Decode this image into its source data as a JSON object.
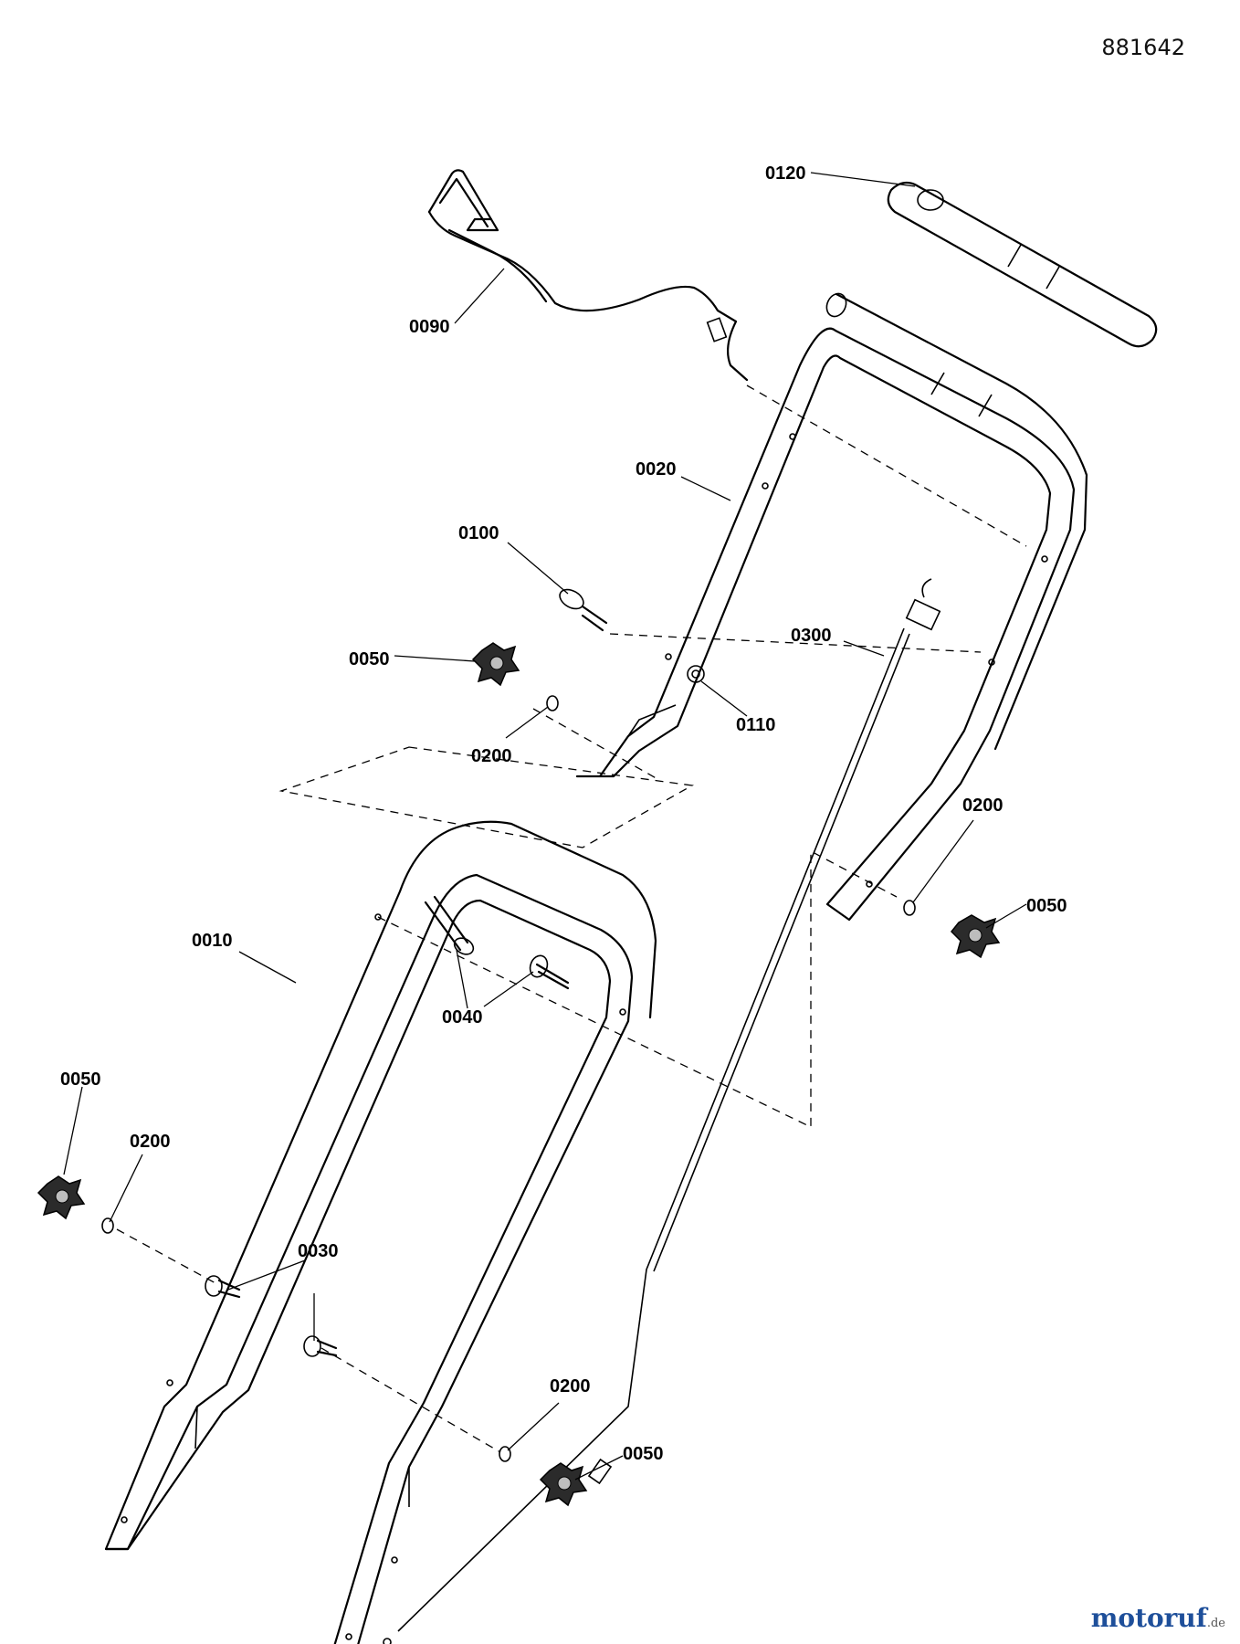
{
  "document_number": "881642",
  "watermark": {
    "brand": "motoruf",
    "tld": ".de"
  },
  "callouts": [
    {
      "id": "c-0120",
      "label": "0120"
    },
    {
      "id": "c-0090",
      "label": "0090"
    },
    {
      "id": "c-0020",
      "label": "0020"
    },
    {
      "id": "c-0100",
      "label": "0100"
    },
    {
      "id": "c-0300",
      "label": "0300"
    },
    {
      "id": "c-0050a",
      "label": "0050"
    },
    {
      "id": "c-0200a",
      "label": "0200"
    },
    {
      "id": "c-0110",
      "label": "0110"
    },
    {
      "id": "c-0200b",
      "label": "0200"
    },
    {
      "id": "c-0050b",
      "label": "0050"
    },
    {
      "id": "c-0010",
      "label": "0010"
    },
    {
      "id": "c-0040",
      "label": "0040"
    },
    {
      "id": "c-0050c",
      "label": "0050"
    },
    {
      "id": "c-0200c",
      "label": "0200"
    },
    {
      "id": "c-0030",
      "label": "0030"
    },
    {
      "id": "c-0200d",
      "label": "0200"
    },
    {
      "id": "c-0050d",
      "label": "0050"
    }
  ]
}
